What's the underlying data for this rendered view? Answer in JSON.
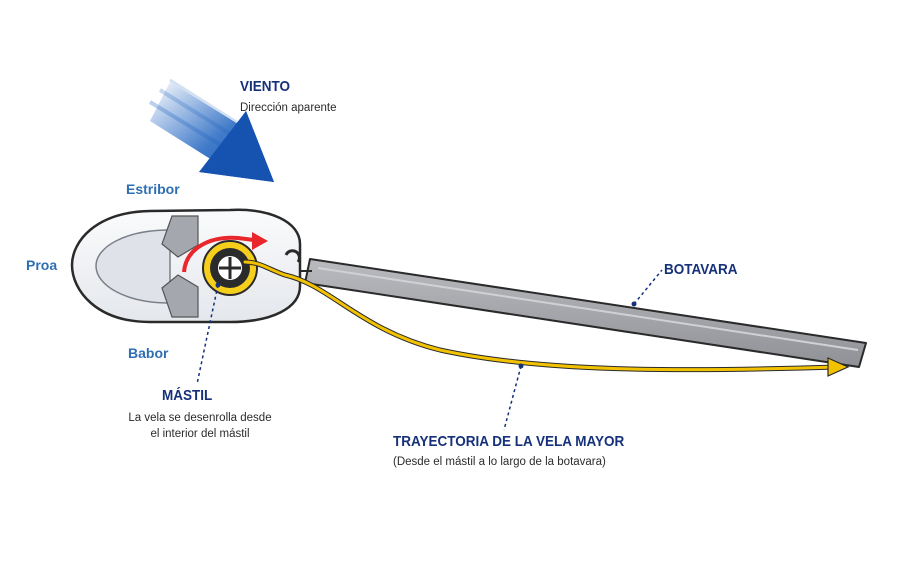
{
  "wind": {
    "title": "VIENTO",
    "subtitle": "Dirección aparente"
  },
  "sides": {
    "starboard": "Estribor",
    "bow": "Proa",
    "port": "Babor"
  },
  "mast": {
    "title": "MÁSTIL",
    "desc_line1": "La vela se desenrolla desde",
    "desc_line2": "el interior del mástil"
  },
  "boom": {
    "title": "BOTAVARA"
  },
  "sail_path": {
    "title": "TRAYECTORIA DE LA VELA MAYOR",
    "subtitle": "(Desde el mástil a lo largo de la botavara)"
  },
  "colors": {
    "title_blue": "#16317a",
    "side_blue": "#2e6fb4",
    "wind_arrow": "#1f63c0",
    "sail_yellow": "#f2c200",
    "rotation_red": "#e8262c",
    "boom_gray": "#a7a9ad"
  },
  "icons": {
    "wind_arrow": "wind-arrow-icon",
    "rotation": "rotation-arrow-icon"
  }
}
